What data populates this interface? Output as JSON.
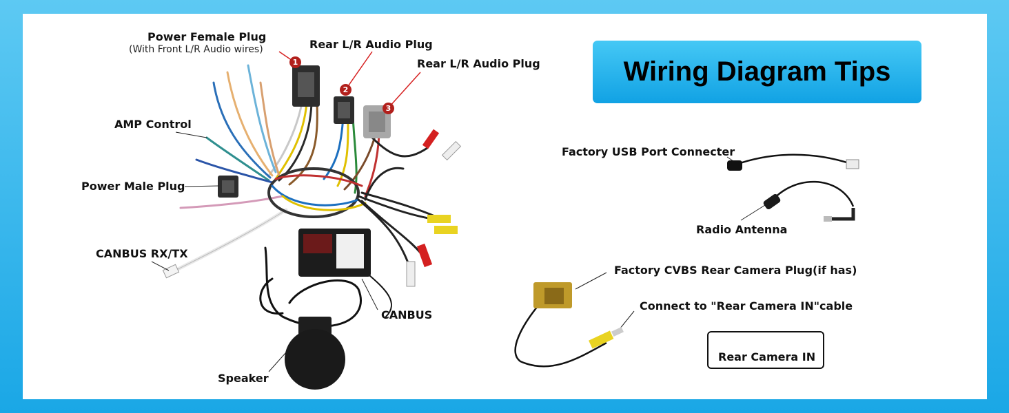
{
  "title": "Wiring Diagram Tips",
  "colors": {
    "background": "#1aa7e6",
    "title_box": "#22afe9",
    "leader_red": "#d62020",
    "badge_red": "#b2201c"
  },
  "labels": {
    "power_female_plug": "Power Female Plug",
    "power_female_sub": "(With Front L/R Audio wires)",
    "rear_audio_1": "Rear L/R Audio Plug",
    "rear_audio_2": "Rear L/R Audio Plug",
    "amp_control": "AMP Control",
    "power_male_plug": "Power Male Plug",
    "canbus_rxtx": "CANBUS RX/TX",
    "canbus": "CANBUS",
    "speaker": "Speaker",
    "factory_usb": "Factory USB Port Connecter",
    "radio_antenna": "Radio Antenna",
    "factory_cvbs": "Factory CVBS Rear Camera Plug(if has)",
    "connect_rear_camera": "Connect to \"Rear Camera IN\"cable",
    "rear_camera_in": "Rear Camera IN"
  },
  "badges": [
    "1",
    "2",
    "3"
  ],
  "icons": [
    "wiring-harness-illustration",
    "usb-cable-illustration",
    "antenna-cable-illustration",
    "camera-plug-illustration",
    "rca-cable-illustration"
  ]
}
